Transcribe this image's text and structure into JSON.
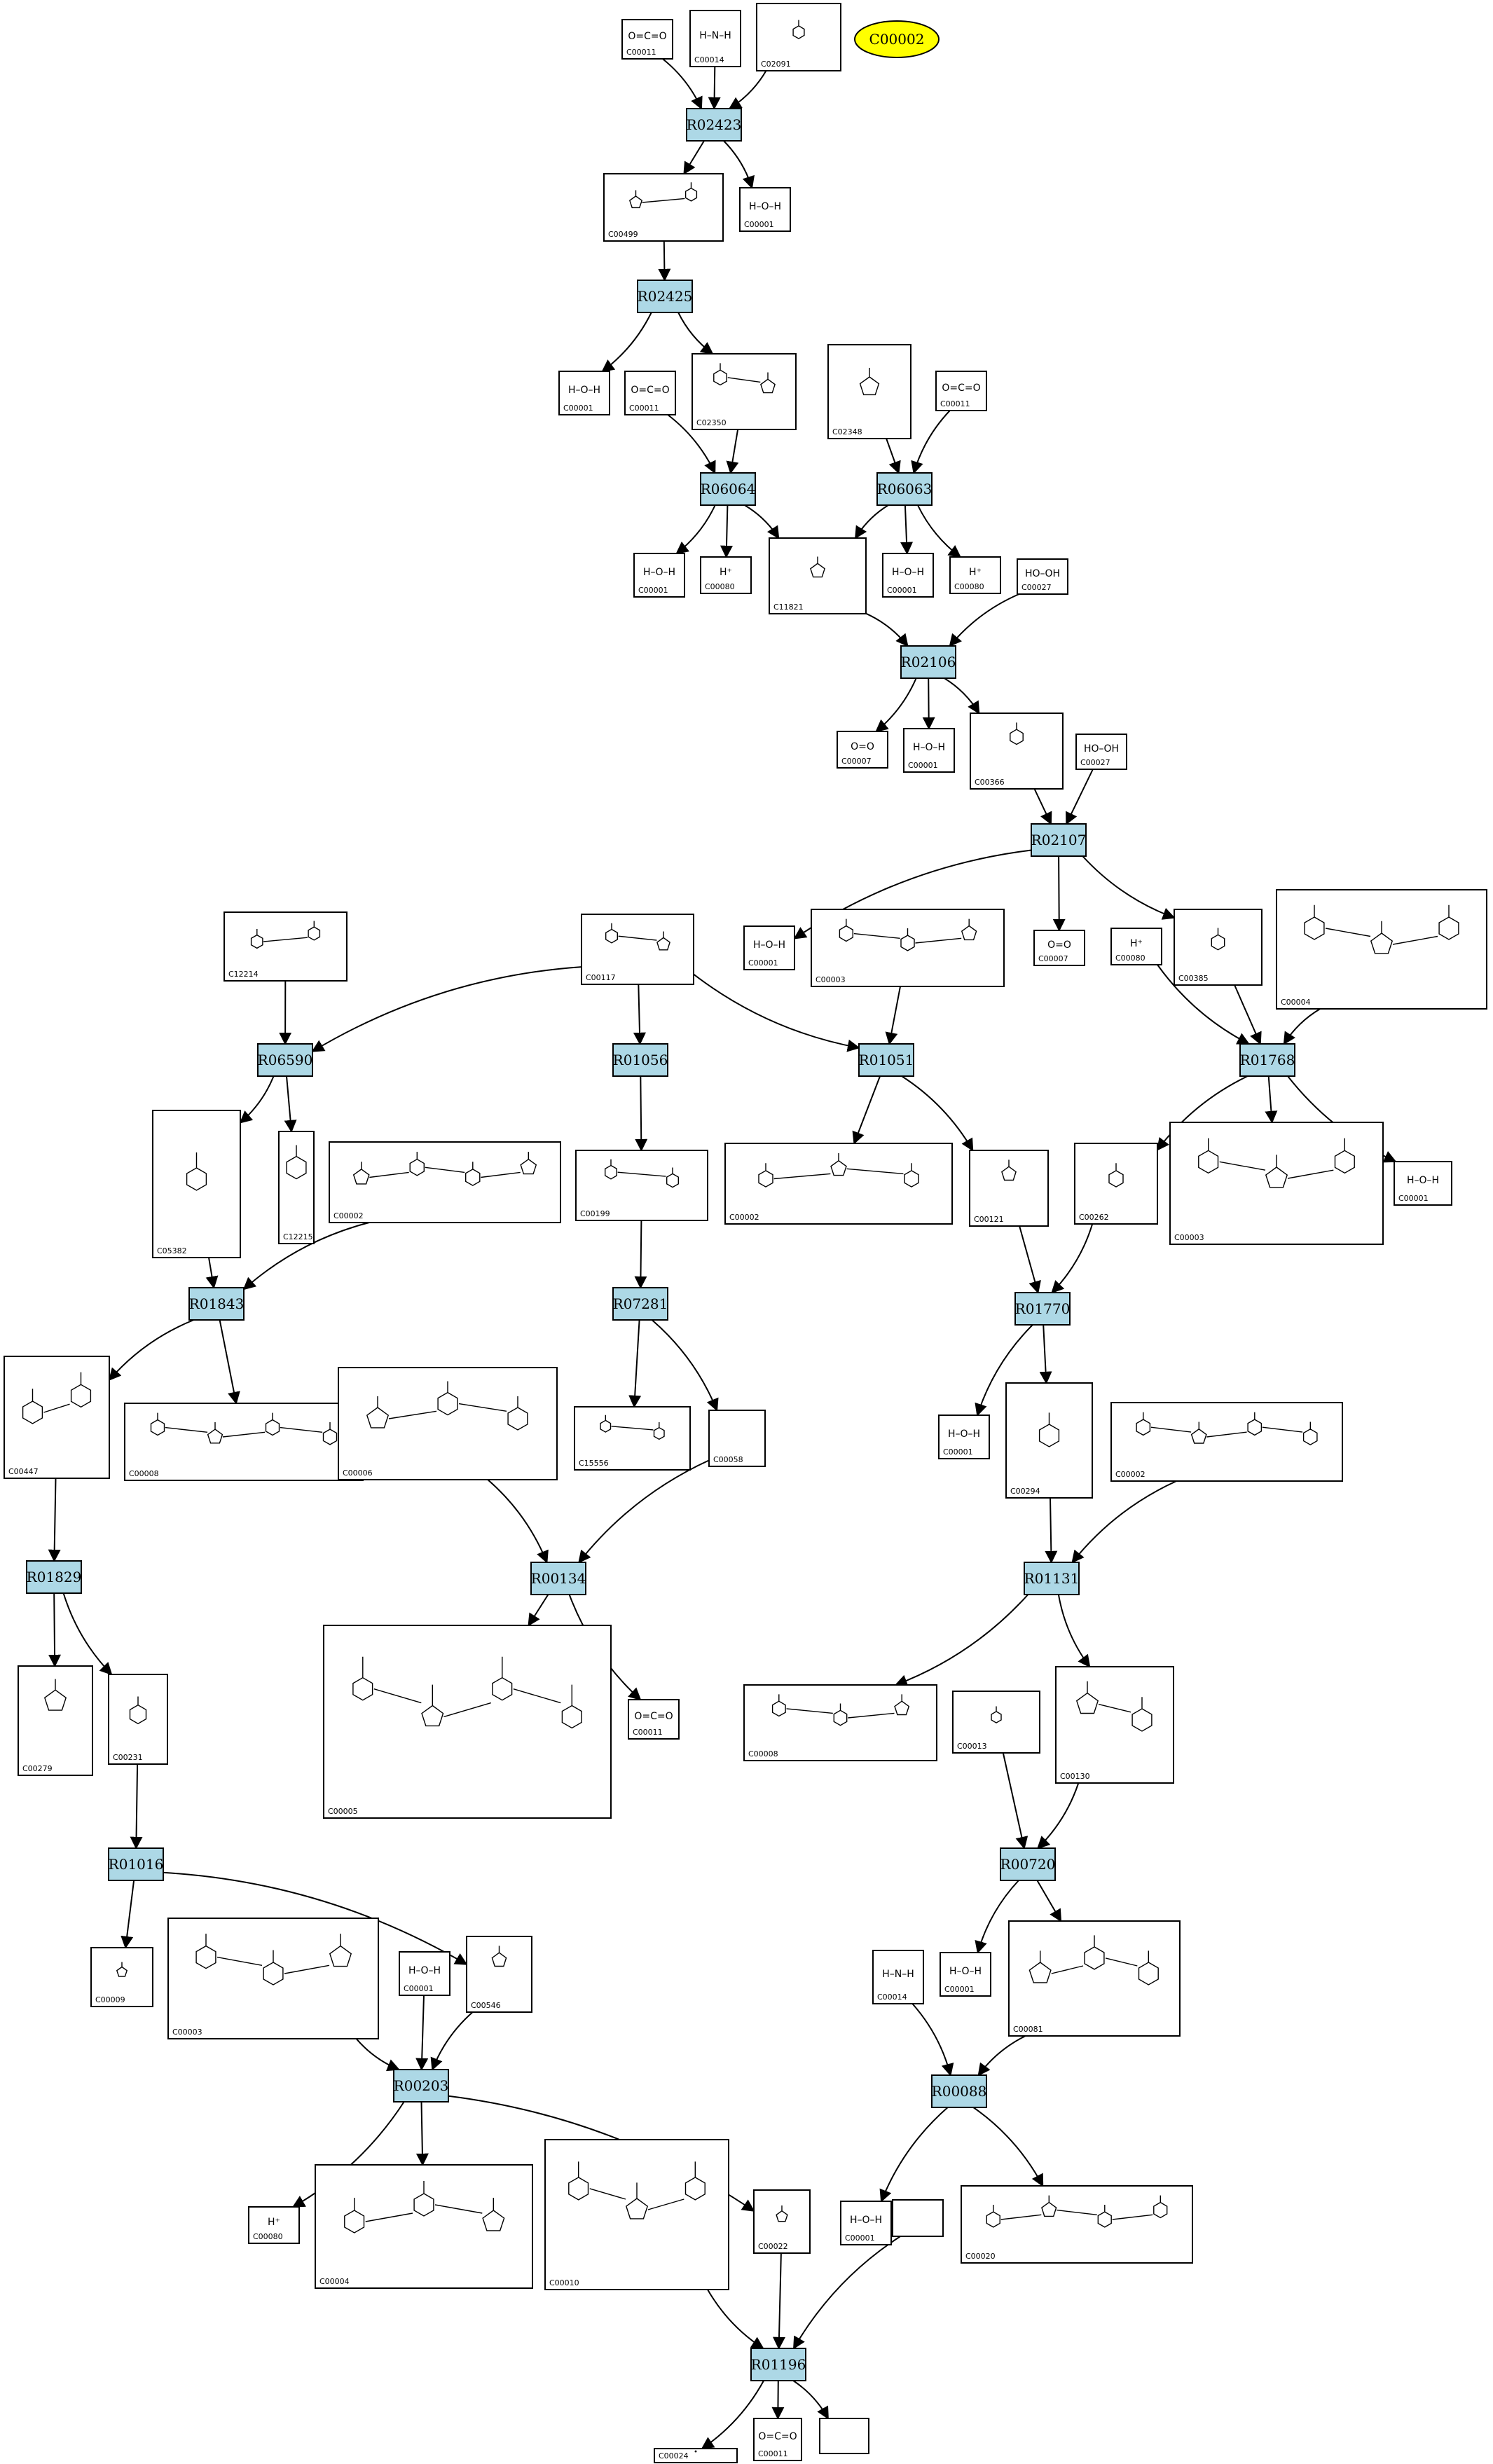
{
  "query_compound": "C00002",
  "reactions": [
    {
      "id": "R02423"
    },
    {
      "id": "R02425"
    },
    {
      "id": "R06064"
    },
    {
      "id": "R06063"
    },
    {
      "id": "R02106"
    },
    {
      "id": "R02107"
    },
    {
      "id": "R06590"
    },
    {
      "id": "R01056"
    },
    {
      "id": "R01051"
    },
    {
      "id": "R01768"
    },
    {
      "id": "R01843"
    },
    {
      "id": "R07281"
    },
    {
      "id": "R01770"
    },
    {
      "id": "R01829"
    },
    {
      "id": "R00134"
    },
    {
      "id": "R01131"
    },
    {
      "id": "R01016"
    },
    {
      "id": "R00720"
    },
    {
      "id": "R00203"
    },
    {
      "id": "R00088"
    },
    {
      "id": "R01196"
    }
  ],
  "compounds": [
    {
      "id": "C00011",
      "formula": "O=C=O"
    },
    {
      "id": "C00014",
      "formula": "NH3"
    },
    {
      "id": "C02091"
    },
    {
      "id": "C00499",
      "formula": ""
    },
    {
      "id": "C00001",
      "formula": "H2O"
    },
    {
      "id": "C02350"
    },
    {
      "id": "C02348"
    },
    {
      "id": "C00080",
      "formula": "H+"
    },
    {
      "id": "C00027",
      "formula": "HO-OH"
    },
    {
      "id": "C11821"
    },
    {
      "id": "C00007",
      "formula": "O=O"
    },
    {
      "id": "C00366"
    },
    {
      "id": "C12214"
    },
    {
      "id": "C00117"
    },
    {
      "id": "C00003"
    },
    {
      "id": "C00004"
    },
    {
      "id": "C00385"
    },
    {
      "id": "C05382"
    },
    {
      "id": "C12215"
    },
    {
      "id": "C00002"
    },
    {
      "id": "C00199"
    },
    {
      "id": "C00121"
    },
    {
      "id": "C00262"
    },
    {
      "id": "C00447"
    },
    {
      "id": "C00008"
    },
    {
      "id": "C00006"
    },
    {
      "id": "C15556"
    },
    {
      "id": "C00058"
    },
    {
      "id": "C00294"
    },
    {
      "id": "C00279"
    },
    {
      "id": "C00231"
    },
    {
      "id": "C00005"
    },
    {
      "id": "C00013"
    },
    {
      "id": "C00130"
    },
    {
      "id": "C00009"
    },
    {
      "id": "C00546"
    },
    {
      "id": "C00081"
    },
    {
      "id": "C00010"
    },
    {
      "id": "C00022"
    },
    {
      "id": "C00020"
    },
    {
      "id": "C00024"
    }
  ],
  "nodes": {
    "q": {
      "label": "C00002"
    },
    "n_co2_a": {
      "label": "C00011",
      "formula": "O=C=O"
    },
    "n_nh3_a": {
      "label": "C00014",
      "formula": "H–N–H"
    },
    "n_c02091": {
      "label": "C02091"
    },
    "r02423": {
      "label": "R02423"
    },
    "n_c00499": {
      "label": "C00499"
    },
    "n_h2o_a": {
      "label": "C00001",
      "formula": "H–O–H"
    },
    "r02425": {
      "label": "R02425"
    },
    "n_h2o_b": {
      "label": "C00001",
      "formula": "H–O–H"
    },
    "n_co2_b": {
      "label": "C00011",
      "formula": "O=C=O"
    },
    "n_c02350": {
      "label": "C02350"
    },
    "n_c02348": {
      "label": "C02348"
    },
    "n_co2_c": {
      "label": "C00011",
      "formula": "O=C=O"
    },
    "r06064": {
      "label": "R06064"
    },
    "r06063": {
      "label": "R06063"
    },
    "n_h2o_c": {
      "label": "C00001",
      "formula": "H–O–H"
    },
    "n_hp_a": {
      "label": "C00080",
      "formula": "H⁺"
    },
    "n_c11821": {
      "label": "C11821"
    },
    "n_h2o_d": {
      "label": "C00001",
      "formula": "H–O–H"
    },
    "n_hp_b": {
      "label": "C00080",
      "formula": "H⁺"
    },
    "n_h2o2_a": {
      "label": "C00027",
      "formula": "HO–OH"
    },
    "r02106": {
      "label": "R02106"
    },
    "n_o2_a": {
      "label": "C00007",
      "formula": "O=O"
    },
    "n_h2o_e": {
      "label": "C00001",
      "formula": "H–O–H"
    },
    "n_c00366": {
      "label": "C00366"
    },
    "n_h2o2_b": {
      "label": "C00027",
      "formula": "HO–OH"
    },
    "r02107": {
      "label": "R02107"
    },
    "n_c12214": {
      "label": "C12214"
    },
    "n_c00117": {
      "label": "C00117"
    },
    "n_h2o_f": {
      "label": "C00001",
      "formula": "H–O–H"
    },
    "n_c00003_a": {
      "label": "C00003"
    },
    "n_o2_b": {
      "label": "C00007",
      "formula": "O=O"
    },
    "n_hp_c": {
      "label": "C00080",
      "formula": "H⁺"
    },
    "n_c00385": {
      "label": "C00385"
    },
    "n_c00004_a": {
      "label": "C00004"
    },
    "r06590": {
      "label": "R06590"
    },
    "r01056": {
      "label": "R01056"
    },
    "r01051": {
      "label": "R01051"
    },
    "r01768": {
      "label": "R01768"
    },
    "n_c05382": {
      "label": "C05382"
    },
    "n_c12215": {
      "label": "C12215"
    },
    "n_c00002_a": {
      "label": "C00002"
    },
    "n_c00199": {
      "label": "C00199"
    },
    "n_c00002_b": {
      "label": "C00002"
    },
    "n_c00121": {
      "label": "C00121"
    },
    "n_c00262": {
      "label": "C00262"
    },
    "n_c00003_b": {
      "label": "C00003"
    },
    "n_h2o_g": {
      "label": "C00001",
      "formula": "H–O–H"
    },
    "r01843": {
      "label": "R01843"
    },
    "r07281": {
      "label": "R07281"
    },
    "r01770": {
      "label": "R01770"
    },
    "n_c00447": {
      "label": "C00447"
    },
    "n_c00008_a": {
      "label": "C00008"
    },
    "n_c00006": {
      "label": "C00006"
    },
    "n_c15556": {
      "label": "C15556"
    },
    "n_c00058": {
      "label": "C00058"
    },
    "n_h2o_h": {
      "label": "C00001",
      "formula": "H–O–H"
    },
    "n_c00294": {
      "label": "C00294"
    },
    "n_c00002_c": {
      "label": "C00002"
    },
    "r01829": {
      "label": "R01829"
    },
    "r00134": {
      "label": "R00134"
    },
    "r01131": {
      "label": "R01131"
    },
    "n_c00279": {
      "label": "C00279"
    },
    "n_c00231": {
      "label": "C00231"
    },
    "n_c00005": {
      "label": "C00005"
    },
    "n_co2_d": {
      "label": "C00011",
      "formula": "O=C=O"
    },
    "n_c00008_b": {
      "label": "C00008"
    },
    "n_c00013": {
      "label": "C00013"
    },
    "n_c00130": {
      "label": "C00130"
    },
    "r01016": {
      "label": "R01016"
    },
    "r00720": {
      "label": "R00720"
    },
    "n_c00009": {
      "label": "C00009"
    },
    "n_c00003_c": {
      "label": "C00003"
    },
    "n_h2o_i": {
      "label": "C00001",
      "formula": "H–O–H"
    },
    "n_c00546": {
      "label": "C00546"
    },
    "n_nh3_b": {
      "label": "C00014",
      "formula": "H–N–H"
    },
    "n_h2o_j": {
      "label": "C00001",
      "formula": "H–O–H"
    },
    "n_c00081": {
      "label": "C00081"
    },
    "r00203": {
      "label": "R00203"
    },
    "r00088": {
      "label": "R00088"
    },
    "n_hp_d": {
      "label": "C00080",
      "formula": "H⁺"
    },
    "n_c00004_b": {
      "label": "C00004"
    },
    "n_c00010": {
      "label": "C00010"
    },
    "n_c00022": {
      "label": "C00022"
    },
    "n_h2o_k": {
      "label": "C00001",
      "formula": "H–O–H"
    },
    "n_c00020": {
      "label": "C00020"
    },
    "n_blank_a": {
      "label": ""
    },
    "r01196": {
      "label": "R01196"
    },
    "n_c00024": {
      "label": "C00024"
    },
    "n_co2_e": {
      "label": "C00011",
      "formula": "O=C=O"
    },
    "n_blank_b": {
      "label": ""
    }
  },
  "edges": [
    [
      "n_co2_a",
      "r02423"
    ],
    [
      "n_nh3_a",
      "r02423"
    ],
    [
      "n_c02091",
      "r02423"
    ],
    [
      "r02423",
      "n_c00499"
    ],
    [
      "r02423",
      "n_h2o_a"
    ],
    [
      "n_c00499",
      "r02425"
    ],
    [
      "r02425",
      "n_h2o_b"
    ],
    [
      "r02425",
      "n_c02350"
    ],
    [
      "n_co2_b",
      "r06064"
    ],
    [
      "n_c02350",
      "r06064"
    ],
    [
      "n_c02348",
      "r06063"
    ],
    [
      "n_co2_c",
      "r06063"
    ],
    [
      "r06064",
      "n_h2o_c"
    ],
    [
      "r06064",
      "n_hp_a"
    ],
    [
      "r06064",
      "n_c11821"
    ],
    [
      "r06063",
      "n_c11821"
    ],
    [
      "r06063",
      "n_h2o_d"
    ],
    [
      "r06063",
      "n_hp_b"
    ],
    [
      "n_c11821",
      "r02106"
    ],
    [
      "n_h2o2_a",
      "r02106"
    ],
    [
      "r02106",
      "n_o2_a"
    ],
    [
      "r02106",
      "n_h2o_e"
    ],
    [
      "r02106",
      "n_c00366"
    ],
    [
      "n_c00366",
      "r02107"
    ],
    [
      "n_h2o2_b",
      "r02107"
    ],
    [
      "r02107",
      "n_h2o_f"
    ],
    [
      "r02107",
      "n_o2_b"
    ],
    [
      "r02107",
      "n_c00385"
    ],
    [
      "n_c00003_a",
      "r01051"
    ],
    [
      "n_c00117",
      "r06590"
    ],
    [
      "n_c00117",
      "r01056"
    ],
    [
      "n_c00117",
      "r01051"
    ],
    [
      "n_c12214",
      "r06590"
    ],
    [
      "n_hp_c",
      "r01768"
    ],
    [
      "n_c00385",
      "r01768"
    ],
    [
      "n_c00004_a",
      "r01768"
    ],
    [
      "r06590",
      "n_c05382"
    ],
    [
      "r06590",
      "n_c12215"
    ],
    [
      "r01056",
      "n_c00199"
    ],
    [
      "r01051",
      "n_c00002_b"
    ],
    [
      "r01051",
      "n_c00121"
    ],
    [
      "r01768",
      "n_c00262"
    ],
    [
      "r01768",
      "n_c00003_b"
    ],
    [
      "r01768",
      "n_h2o_g"
    ],
    [
      "n_c05382",
      "r01843"
    ],
    [
      "n_c00002_a",
      "r01843"
    ],
    [
      "n_c00199",
      "r07281"
    ],
    [
      "n_c00121",
      "r01770"
    ],
    [
      "n_c00262",
      "r01770"
    ],
    [
      "r01843",
      "n_c00447"
    ],
    [
      "r01843",
      "n_c00008_a"
    ],
    [
      "r07281",
      "n_c15556"
    ],
    [
      "r07281",
      "n_c00058"
    ],
    [
      "r01770",
      "n_h2o_h"
    ],
    [
      "r01770",
      "n_c00294"
    ],
    [
      "n_c00447",
      "r01829"
    ],
    [
      "n_c00006",
      "r00134"
    ],
    [
      "n_c00058",
      "r00134"
    ],
    [
      "n_c00294",
      "r01131"
    ],
    [
      "n_c00002_c",
      "r01131"
    ],
    [
      "r01829",
      "n_c00279"
    ],
    [
      "r01829",
      "n_c00231"
    ],
    [
      "r00134",
      "n_c00005"
    ],
    [
      "r00134",
      "n_co2_d"
    ],
    [
      "r01131",
      "n_c00008_b"
    ],
    [
      "r01131",
      "n_c00130"
    ],
    [
      "n_c00231",
      "r01016"
    ],
    [
      "n_c00013",
      "r00720"
    ],
    [
      "n_c00130",
      "r00720"
    ],
    [
      "r01016",
      "n_c00009"
    ],
    [
      "r01016",
      "n_c00546"
    ],
    [
      "r00720",
      "n_h2o_j"
    ],
    [
      "r00720",
      "n_c00081"
    ],
    [
      "n_c00003_c",
      "r00203"
    ],
    [
      "n_h2o_i",
      "r00203"
    ],
    [
      "n_c00546",
      "r00203"
    ],
    [
      "n_nh3_b",
      "r00088"
    ],
    [
      "n_c00081",
      "r00088"
    ],
    [
      "r00203",
      "n_hp_d"
    ],
    [
      "r00203",
      "n_c00004_b"
    ],
    [
      "r00203",
      "n_c00022"
    ],
    [
      "r00088",
      "n_h2o_k"
    ],
    [
      "r00088",
      "n_c00020"
    ],
    [
      "n_c00010",
      "r01196"
    ],
    [
      "n_c00022",
      "r01196"
    ],
    [
      "n_blank_a",
      "r01196"
    ],
    [
      "r01196",
      "n_c00024"
    ],
    [
      "r01196",
      "n_co2_e"
    ],
    [
      "r01196",
      "n_blank_b"
    ]
  ]
}
